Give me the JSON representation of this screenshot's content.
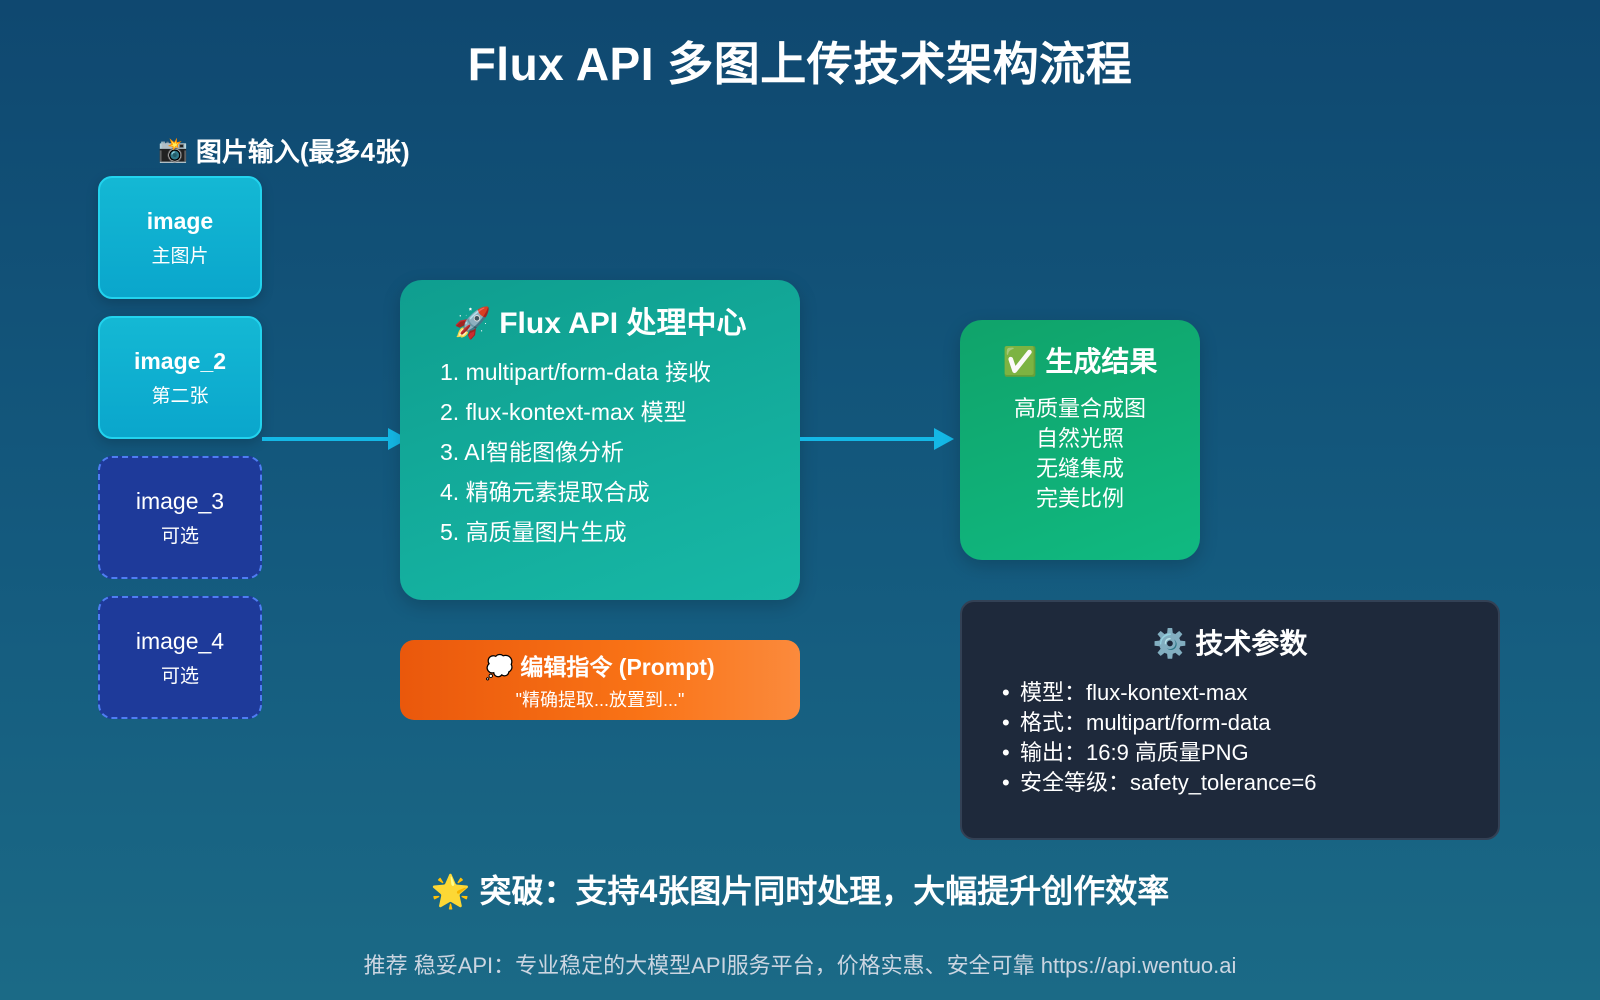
{
  "title": "Flux API 多图上传技术架构流程",
  "input_section": {
    "icon": "camera-flash-icon",
    "icon_glyph": "📸",
    "heading": "图片输入(最多4张)",
    "images": [
      {
        "name": "image",
        "sub": "主图片",
        "style": "solid"
      },
      {
        "name": "image_2",
        "sub": "第二张",
        "style": "solid"
      },
      {
        "name": "image_3",
        "sub": "可选",
        "style": "dashed"
      },
      {
        "name": "image_4",
        "sub": "可选",
        "style": "dashed"
      }
    ]
  },
  "processing": {
    "icon": "rocket-icon",
    "icon_glyph": "🚀",
    "title": "Flux API 处理中心",
    "steps": [
      "1. multipart/form-data 接收",
      "2. flux-kontext-max 模型",
      "3. AI智能图像分析",
      "4. 精确元素提取合成",
      "5. 高质量图片生成"
    ]
  },
  "prompt": {
    "icon": "thought-bubble-icon",
    "icon_glyph": "💭",
    "title": "编辑指令 (Prompt)",
    "text": "\"精确提取...放置到...\""
  },
  "result": {
    "icon": "check-mark-icon",
    "icon_glyph": "✅",
    "title": "生成结果",
    "items": [
      "高质量合成图",
      "自然光照",
      "无缝集成",
      "完美比例"
    ]
  },
  "tech": {
    "icon": "gear-icon",
    "icon_glyph": "⚙️",
    "title": "技术参数",
    "items": [
      "模型：flux-kontext-max",
      "格式：multipart/form-data",
      "输出：16:9 高质量PNG",
      "安全等级：safety_tolerance=6"
    ]
  },
  "highlight": {
    "icon": "glowing-star-icon",
    "icon_glyph": "🌟",
    "text": "突破：支持4张图片同时处理，大幅提升创作效率"
  },
  "footer": "推荐 稳妥API：专业稳定的大模型API服务平台，价格实惠、安全可靠 https://api.wentuo.ai",
  "colors": {
    "background": "#145a7e",
    "input_solid": "#14b8d4",
    "input_dashed": "#1e3a9a",
    "processing": "#14a898",
    "prompt": "#f97316",
    "result": "#10b981",
    "tech": "#1e293b",
    "arrow": "#14b8e6"
  }
}
